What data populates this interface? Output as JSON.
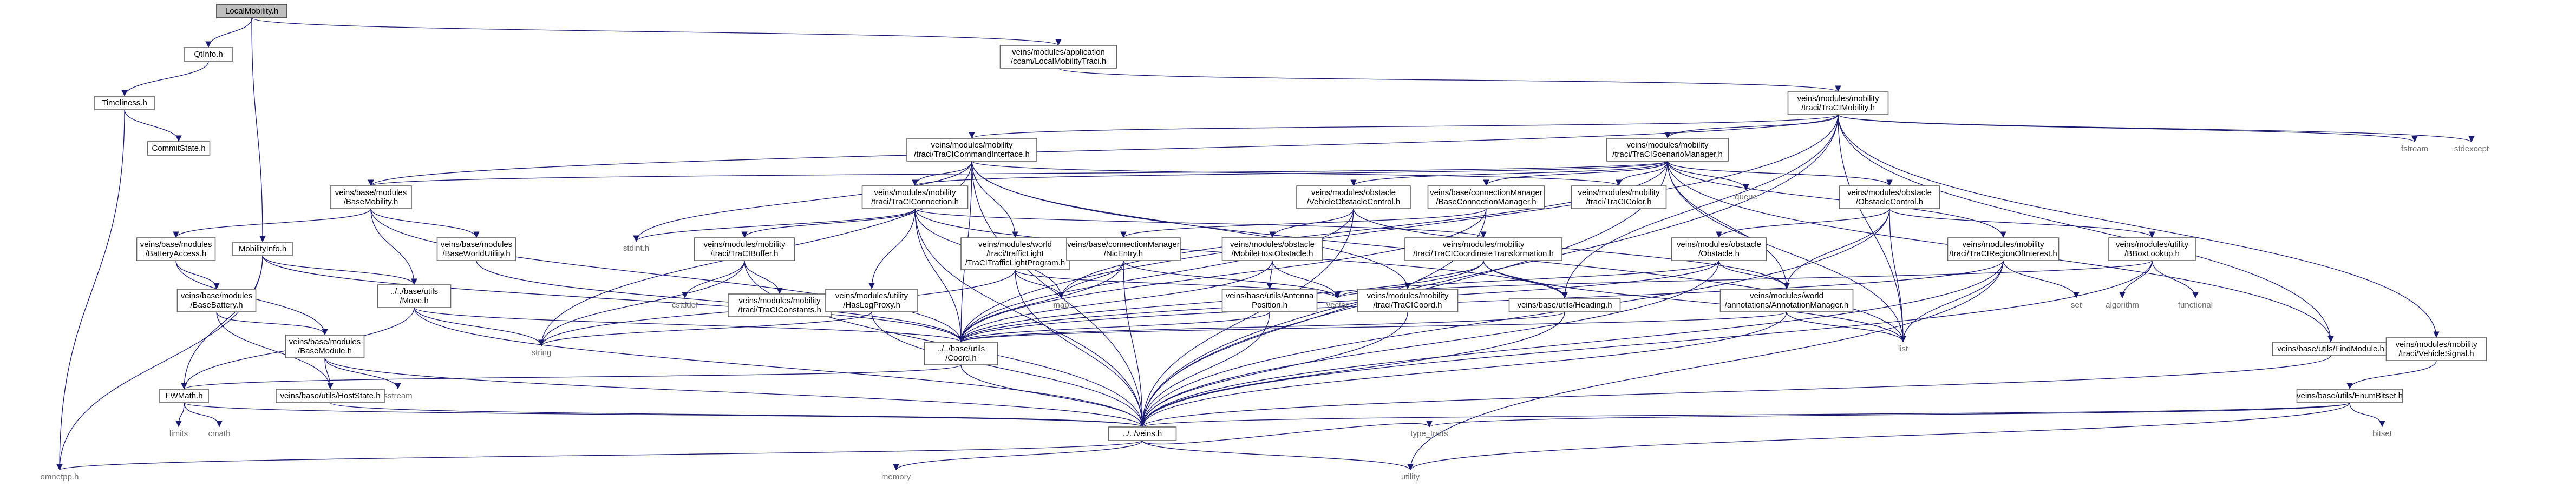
{
  "nodes": {
    "localmobility_h": [
      "LocalMobility.h"
    ],
    "qtinfo_h": [
      "QtInfo.h"
    ],
    "timeliness_h": [
      "Timeliness.h"
    ],
    "commitstate_h": [
      "CommitState.h"
    ],
    "mobilityinfo_h": [
      "MobilityInfo.h"
    ],
    "localmobilitytraci_h": [
      "veins/modules/application",
      "/ccam/LocalMobilityTraci.h"
    ],
    "tracimobility_h": [
      "veins/modules/mobility",
      "/traci/TraCIMobility.h"
    ],
    "fstream": [
      "fstream"
    ],
    "stdexcept": [
      "stdexcept"
    ],
    "tracicommandinterface_h": [
      "veins/modules/mobility",
      "/traci/TraCICommandInterface.h"
    ],
    "traciscenariomanager_h": [
      "veins/modules/mobility",
      "/traci/TraCIScenarioManager.h"
    ],
    "basemobility_h": [
      "veins/base/modules",
      "/BaseMobility.h"
    ],
    "traciconnection_h": [
      "veins/modules/mobility",
      "/traci/TraCIConnection.h"
    ],
    "vehicleobstaclecontrol_h": [
      "veins/modules/obstacle",
      "/VehicleObstacleControl.h"
    ],
    "baseconnectionmanager_h": [
      "veins/base/connectionManager",
      "/BaseConnectionManager.h"
    ],
    "tracicolor_h": [
      "veins/modules/mobility",
      "/traci/TraCIColor.h"
    ],
    "queue": [
      "queue"
    ],
    "obstaclecontrol_h": [
      "veins/modules/obstacle",
      "/ObstacleControl.h"
    ],
    "batteryaccess_h": [
      "veins/base/modules",
      "/BatteryAccess.h"
    ],
    "baseworldutility_h": [
      "veins/base/modules",
      "/BaseWorldUtility.h"
    ],
    "stdint_h": [
      "stdint.h"
    ],
    "tracibuffer_h": [
      "veins/modules/mobility",
      "/traci/TraCIBuffer.h"
    ],
    "tracitrafficlightprogram_h": [
      "veins/modules/world",
      "/traci/trafficLight",
      "/TraCITrafficLightProgram.h"
    ],
    "nicentry_h": [
      "veins/base/connectionManager",
      "/NicEntry.h"
    ],
    "mobileoobstacle_h": [
      "veins/modules/obstacle",
      "/MobileHostObstacle.h"
    ],
    "tracicoordtransform_h": [
      "veins/modules/mobility",
      "/traci/TraCICoordinateTransformation.h"
    ],
    "obstacle_h": [
      "veins/modules/obstacle",
      "/Obstacle.h"
    ],
    "traciregionofinterest_h": [
      "veins/modules/mobility",
      "/traci/TraCIRegionOfInterest.h"
    ],
    "aabblookup_h": [
      "veins/modules/utility",
      "/BBoxLookup.h"
    ],
    "basebattery_h": [
      "veins/base/modules",
      "/BaseBattery.h"
    ],
    "move_h": [
      "../../base/utils",
      "/Move.h"
    ],
    "cstddef": [
      "cstddef"
    ],
    "traciconstants_h": [
      "veins/modules/mobility",
      "/traci/TraCIConstants.h"
    ],
    "hascoord_h": [
      "veins/modules/utility",
      "/HasLogProxy.h"
    ],
    "map": [
      "map"
    ],
    "antennaposition_h": [
      "veins/base/utils/Antenna",
      "Position.h"
    ],
    "vector": [
      "vector"
    ],
    "tracicoord_h": [
      "veins/modules/mobility",
      "/traci/TraCICoord.h"
    ],
    "heading_h": [
      "veins/base/utils/Heading.h"
    ],
    "annotationmanager_h": [
      "veins/modules/world",
      "/annotations/AnnotationManager.h"
    ],
    "set": [
      "set"
    ],
    "algorithm": [
      "algorithm"
    ],
    "functional": [
      "functional"
    ],
    "list": [
      "list"
    ],
    "findmodule_h": [
      "veins/base/utils/FindModule.h"
    ],
    "vehiclesignal_h": [
      "veins/modules/mobility",
      "/traci/VehicleSignal.h"
    ],
    "basemodule_h": [
      "veins/base/modules",
      "/BaseModule.h"
    ],
    "string": [
      "string"
    ],
    "coord_h": [
      "../../base/utils",
      "/Coord.h"
    ],
    "fwmath_h": [
      "FWMath.h"
    ],
    "sstream": [
      "sstream"
    ],
    "hoststate_h": [
      "veins/base/utils/HostState.h"
    ],
    "limits": [
      "limits"
    ],
    "cmath": [
      "cmath"
    ],
    "veins_h": [
      "../../veins.h"
    ],
    "type_traits": [
      "type_traits"
    ],
    "enumbitset_h": [
      "veins/base/utils/EnumBitset.h"
    ],
    "bitset": [
      "bitset"
    ],
    "omnetpp_h": [
      "omnetpp.h"
    ],
    "memory": [
      "memory"
    ],
    "utility": [
      "utility"
    ]
  }
}
